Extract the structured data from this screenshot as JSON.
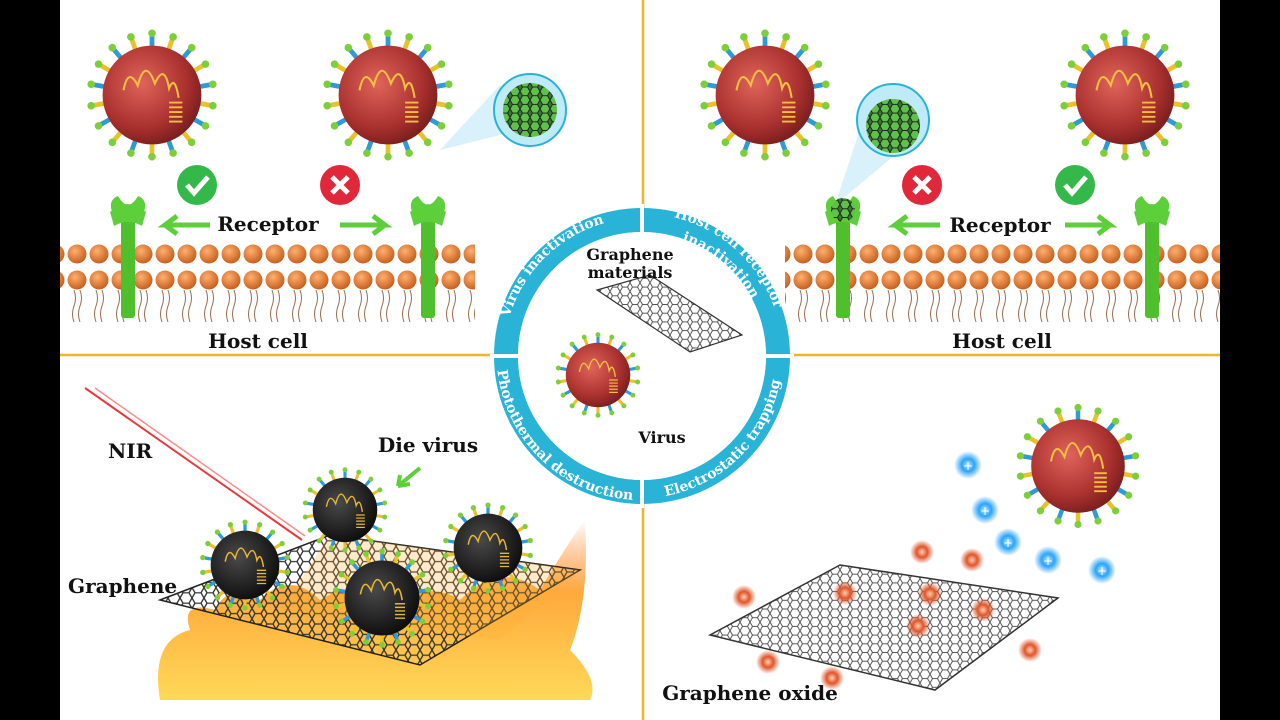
{
  "labels": {
    "receptor_left": "Receptor",
    "host_cell_left": "Host cell",
    "receptor_right": "Receptor",
    "host_cell_right": "Host cell",
    "nir": "NIR",
    "die_virus": "Die virus",
    "graphene": "Graphene",
    "graphene_oxide": "Graphene oxide",
    "center_materials_1": "Graphene",
    "center_materials_2": "materials",
    "center_virus": "Virus"
  },
  "ring": {
    "top_left": "Virus inactivation",
    "top_right_1": "Host cell receptor",
    "top_right_2": "inactivation",
    "bottom_left": "Photothermal destruction",
    "bottom_right": "Electrostatic trapping"
  },
  "colors": {
    "ring": "#29b3d6",
    "divider": "#f0b429",
    "virus_body": "#b23a3a",
    "dead_virus": "#1a1a1a",
    "membrane": "#e07a2c",
    "receptor": "#5ccf3a",
    "positive_charge": "#2aa4ff",
    "negative_charge": "#e0552a"
  },
  "icons": {
    "allowed": "check-icon",
    "blocked": "cross-icon"
  }
}
